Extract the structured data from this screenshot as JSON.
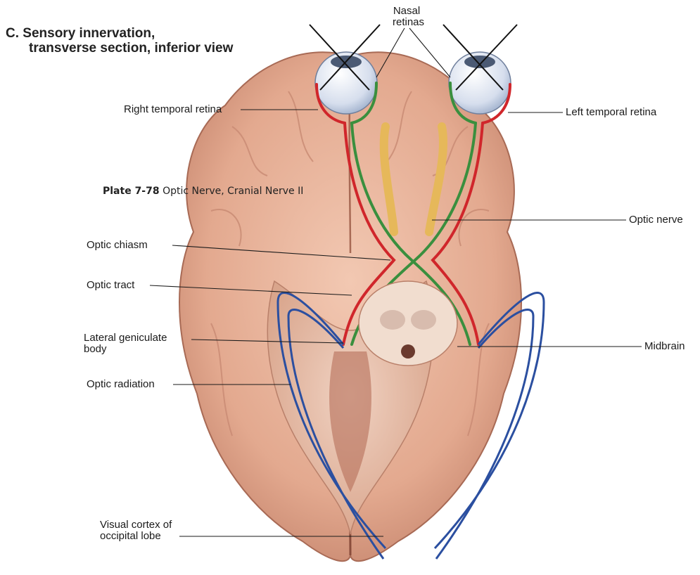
{
  "title": {
    "line1": "C. Sensory innervation,",
    "line2": "transverse section, inferior view"
  },
  "plate": {
    "number": "Plate 7-78",
    "name": "Optic Nerve, Cranial Nerve II"
  },
  "labels": {
    "nasal_retinas_1": "Nasal",
    "nasal_retinas_2": "retinas",
    "right_temporal_retina": "Right temporal retina",
    "left_temporal_retina": "Left temporal retina",
    "optic_nerve": "Optic nerve",
    "optic_chiasm": "Optic chiasm",
    "optic_tract": "Optic tract",
    "lateral_geniculate_1": "Lateral geniculate",
    "lateral_geniculate_2": "body",
    "midbrain": "Midbrain",
    "optic_radiation": "Optic radiation",
    "visual_cortex_1": "Visual cortex of",
    "visual_cortex_2": "occipital lobe"
  },
  "colors": {
    "brain": "#e8b39b",
    "brain_dark": "#c98a72",
    "temporal_pathway": "#d0262b",
    "nasal_pathway": "#3a8f3e",
    "radiation": "#2b4fa0",
    "eyeball": "#dfe6f2",
    "olfactory": "#e6b85a"
  }
}
